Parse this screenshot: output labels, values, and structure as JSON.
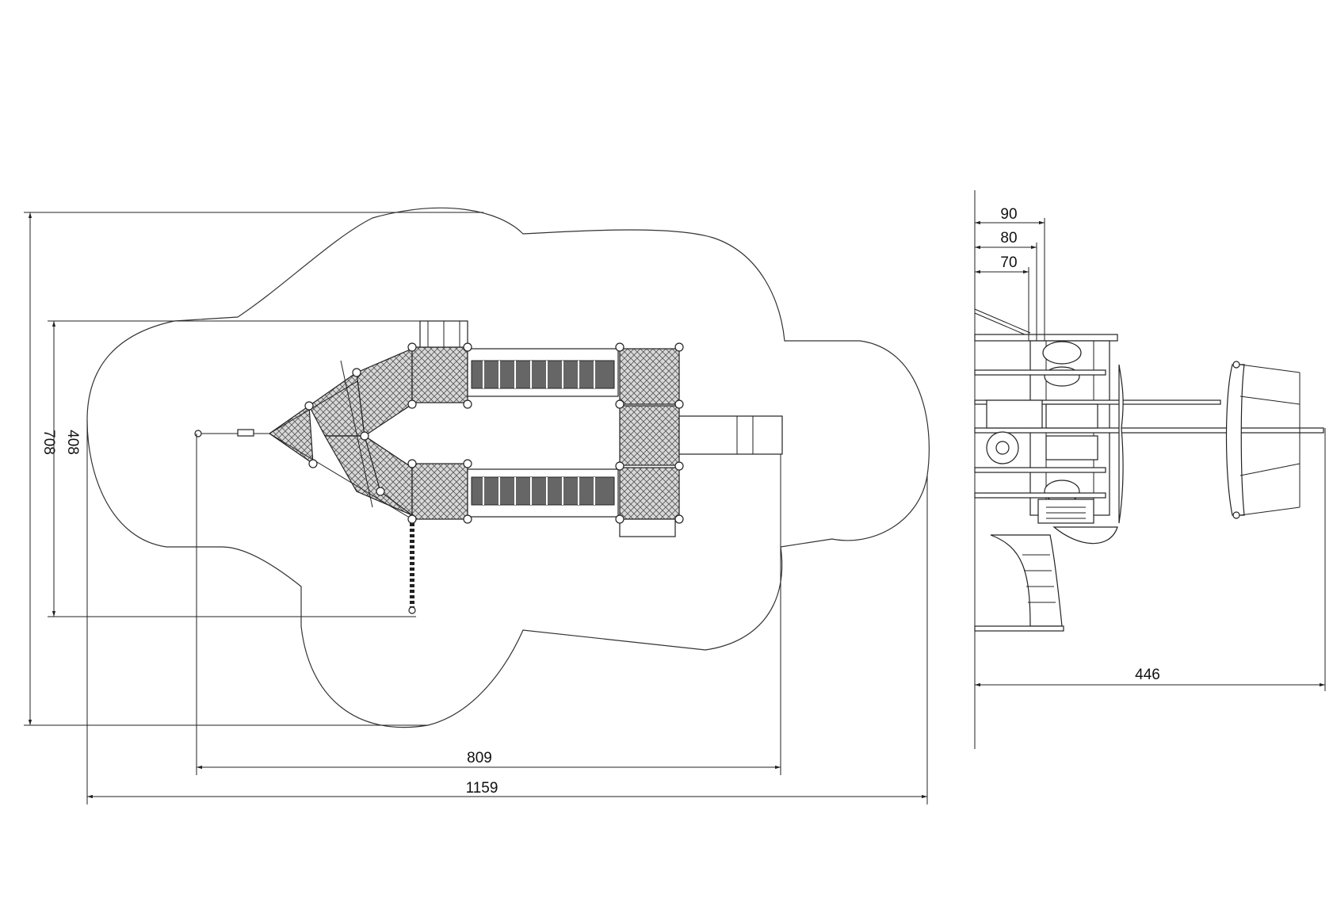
{
  "top_view": {
    "dimensions": {
      "overall_width": "1159",
      "structure_width": "809",
      "overall_depth": "708",
      "structure_depth": "408"
    }
  },
  "side_view": {
    "dimensions": {
      "height_90": "90",
      "height_80": "80",
      "height_70": "70",
      "overall_length": "446"
    }
  }
}
